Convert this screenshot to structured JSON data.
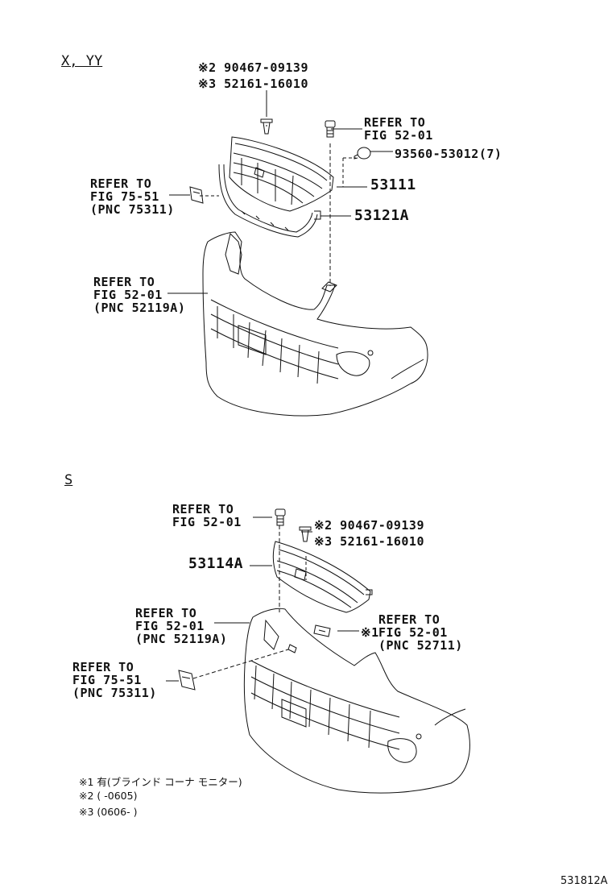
{
  "sections": {
    "top": {
      "title": "X, YY",
      "clip_note1": "※2 90467-09139",
      "clip_note2": "※3 52161-16010",
      "refer_bolt": [
        "REFER TO",
        "FIG 52-01"
      ],
      "screw_label": "93560-53012(7)",
      "part_grille": "53111",
      "part_molding": "53121A",
      "refer_emblem": [
        "REFER TO",
        "FIG 75-51",
        "(PNC 75311)"
      ],
      "refer_bumper": [
        "REFER TO",
        "FIG 52-01",
        "(PNC 52119A)"
      ]
    },
    "bottom": {
      "title": "S",
      "refer_bolt": [
        "REFER TO",
        "FIG 52-01"
      ],
      "clip_note1": "※2 90467-09139",
      "clip_note2": "※3 52161-16010",
      "part_grille": "53114A",
      "refer_bumper": [
        "REFER TO",
        "FIG 52-01",
        "(PNC 52119A)"
      ],
      "refer_sensor_prefix": "※1",
      "refer_sensor": [
        "REFER TO",
        "FIG 52-01",
        "(PNC 52711)"
      ],
      "refer_emblem": [
        "REFER TO",
        "FIG 75-51",
        "(PNC 75311)"
      ]
    }
  },
  "notes": [
    "※1 有(ブラインド コーナ モニター)",
    "※2 (      -0605)",
    "※3 (0606-      )"
  ],
  "footer_code": "531812A"
}
